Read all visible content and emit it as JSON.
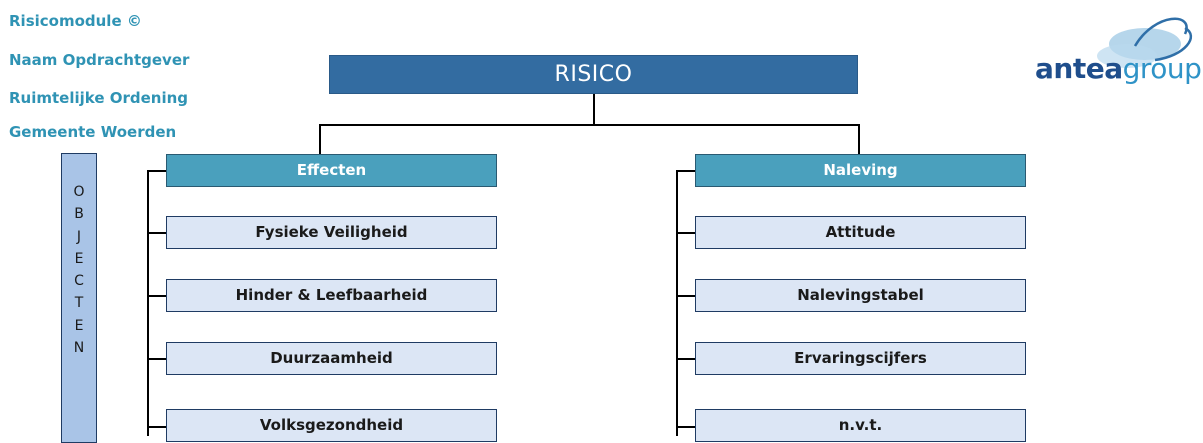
{
  "header": {
    "lines": [
      "Risicomodule ©",
      "Naam Opdrachtgever",
      "Ruimtelijke Ordening",
      "Gemeente Woerden"
    ]
  },
  "root": {
    "label": "RISICO"
  },
  "left": {
    "category": "Effecten",
    "items": [
      "Fysieke Veiligheid",
      "Hinder & Leefbaarheid",
      "Duurzaamheid",
      "Volksgezondheid"
    ]
  },
  "right": {
    "category": "Naleving",
    "items": [
      "Attitude",
      "Nalevingstabel",
      "Ervaringscijfers",
      "n.v.t."
    ]
  },
  "objecten": {
    "letters": [
      "O",
      "B",
      "J",
      "E",
      "C",
      "T",
      "E",
      "N"
    ]
  },
  "logo": {
    "part1": "antea",
    "part2": "group"
  },
  "colors": {
    "root": "#336ca1",
    "category": "#4aa0bd",
    "item": "#dce6f5",
    "objecten_bar": "#a9c4e7",
    "header_text": "#2f93b4"
  }
}
